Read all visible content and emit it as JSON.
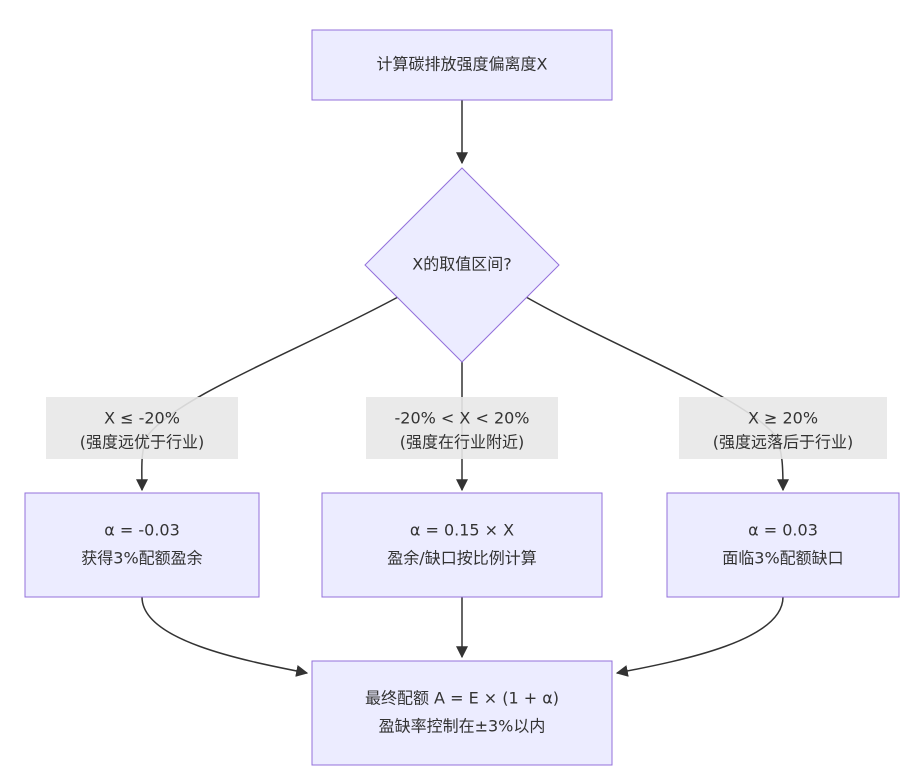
{
  "colors": {
    "node_fill": "#ECECFF",
    "node_stroke": "#9370DB",
    "edge": "#333333",
    "label_bg": "#E8E8E8",
    "text": "#333333"
  },
  "nodes": {
    "start": {
      "text": "计算碳排放强度偏离度X"
    },
    "decision": {
      "text": "X的取值区间?"
    },
    "left": {
      "line1": "α = -0.03",
      "line2": "获得3%配额盈余"
    },
    "middle": {
      "line1": "α = 0.15 × X",
      "line2": "盈余/缺口按比例计算"
    },
    "right": {
      "line1": "α = 0.03",
      "line2": "面临3%配额缺口"
    },
    "final": {
      "line1": "最终配额 A = E × (1 + α)",
      "line2": "盈缺率控制在±3%以内"
    }
  },
  "edge_labels": {
    "left": {
      "line1": "X ≤ -20%",
      "line2": "(强度远优于行业)"
    },
    "middle": {
      "line1": "-20% < X < 20%",
      "line2": "(强度在行业附近)"
    },
    "right": {
      "line1": "X ≥ 20%",
      "line2": "(强度远落后于行业)"
    }
  }
}
